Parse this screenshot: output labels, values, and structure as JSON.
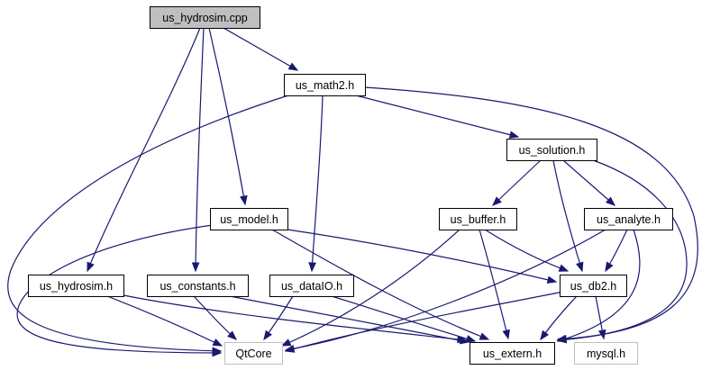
{
  "graph": {
    "nodes": [
      {
        "id": "us_hydrosim_cpp",
        "label": "us_hydrosim.cpp",
        "style": "root"
      },
      {
        "id": "us_math2_h",
        "label": "us_math2.h",
        "style": "normal"
      },
      {
        "id": "us_solution_h",
        "label": "us_solution.h",
        "style": "normal"
      },
      {
        "id": "us_model_h",
        "label": "us_model.h",
        "style": "normal"
      },
      {
        "id": "us_buffer_h",
        "label": "us_buffer.h",
        "style": "normal"
      },
      {
        "id": "us_analyte_h",
        "label": "us_analyte.h",
        "style": "normal"
      },
      {
        "id": "us_hydrosim_h",
        "label": "us_hydrosim.h",
        "style": "normal"
      },
      {
        "id": "us_constants_h",
        "label": "us_constants.h",
        "style": "normal"
      },
      {
        "id": "us_dataIO_h",
        "label": "us_dataIO.h",
        "style": "normal"
      },
      {
        "id": "us_db2_h",
        "label": "us_db2.h",
        "style": "normal"
      },
      {
        "id": "QtCore",
        "label": "QtCore",
        "style": "external"
      },
      {
        "id": "us_extern_h",
        "label": "us_extern.h",
        "style": "normal"
      },
      {
        "id": "mysql_h",
        "label": "mysql.h",
        "style": "external"
      }
    ],
    "edges": [
      {
        "from": "us_hydrosim_cpp",
        "to": "us_math2_h"
      },
      {
        "from": "us_hydrosim_cpp",
        "to": "us_model_h"
      },
      {
        "from": "us_hydrosim_cpp",
        "to": "us_hydrosim_h"
      },
      {
        "from": "us_hydrosim_cpp",
        "to": "us_constants_h"
      },
      {
        "from": "us_math2_h",
        "to": "us_solution_h"
      },
      {
        "from": "us_math2_h",
        "to": "us_dataIO_h"
      },
      {
        "from": "us_math2_h",
        "to": "QtCore"
      },
      {
        "from": "us_math2_h",
        "to": "us_extern_h"
      },
      {
        "from": "us_solution_h",
        "to": "us_buffer_h"
      },
      {
        "from": "us_solution_h",
        "to": "us_analyte_h"
      },
      {
        "from": "us_solution_h",
        "to": "us_db2_h"
      },
      {
        "from": "us_solution_h",
        "to": "us_extern_h"
      },
      {
        "from": "us_model_h",
        "to": "QtCore"
      },
      {
        "from": "us_model_h",
        "to": "us_db2_h"
      },
      {
        "from": "us_model_h",
        "to": "us_extern_h"
      },
      {
        "from": "us_buffer_h",
        "to": "QtCore"
      },
      {
        "from": "us_buffer_h",
        "to": "us_db2_h"
      },
      {
        "from": "us_buffer_h",
        "to": "us_extern_h"
      },
      {
        "from": "us_analyte_h",
        "to": "QtCore"
      },
      {
        "from": "us_analyte_h",
        "to": "us_db2_h"
      },
      {
        "from": "us_analyte_h",
        "to": "us_extern_h"
      },
      {
        "from": "us_hydrosim_h",
        "to": "QtCore"
      },
      {
        "from": "us_hydrosim_h",
        "to": "us_extern_h"
      },
      {
        "from": "us_constants_h",
        "to": "QtCore"
      },
      {
        "from": "us_constants_h",
        "to": "us_extern_h"
      },
      {
        "from": "us_dataIO_h",
        "to": "QtCore"
      },
      {
        "from": "us_dataIO_h",
        "to": "us_extern_h"
      },
      {
        "from": "us_db2_h",
        "to": "QtCore"
      },
      {
        "from": "us_db2_h",
        "to": "us_extern_h"
      },
      {
        "from": "us_db2_h",
        "to": "mysql_h"
      }
    ]
  },
  "colors": {
    "edge": "#191970",
    "root_fill": "#bfbfbf",
    "external_border": "#bfbfbf",
    "node_border": "#000000"
  }
}
